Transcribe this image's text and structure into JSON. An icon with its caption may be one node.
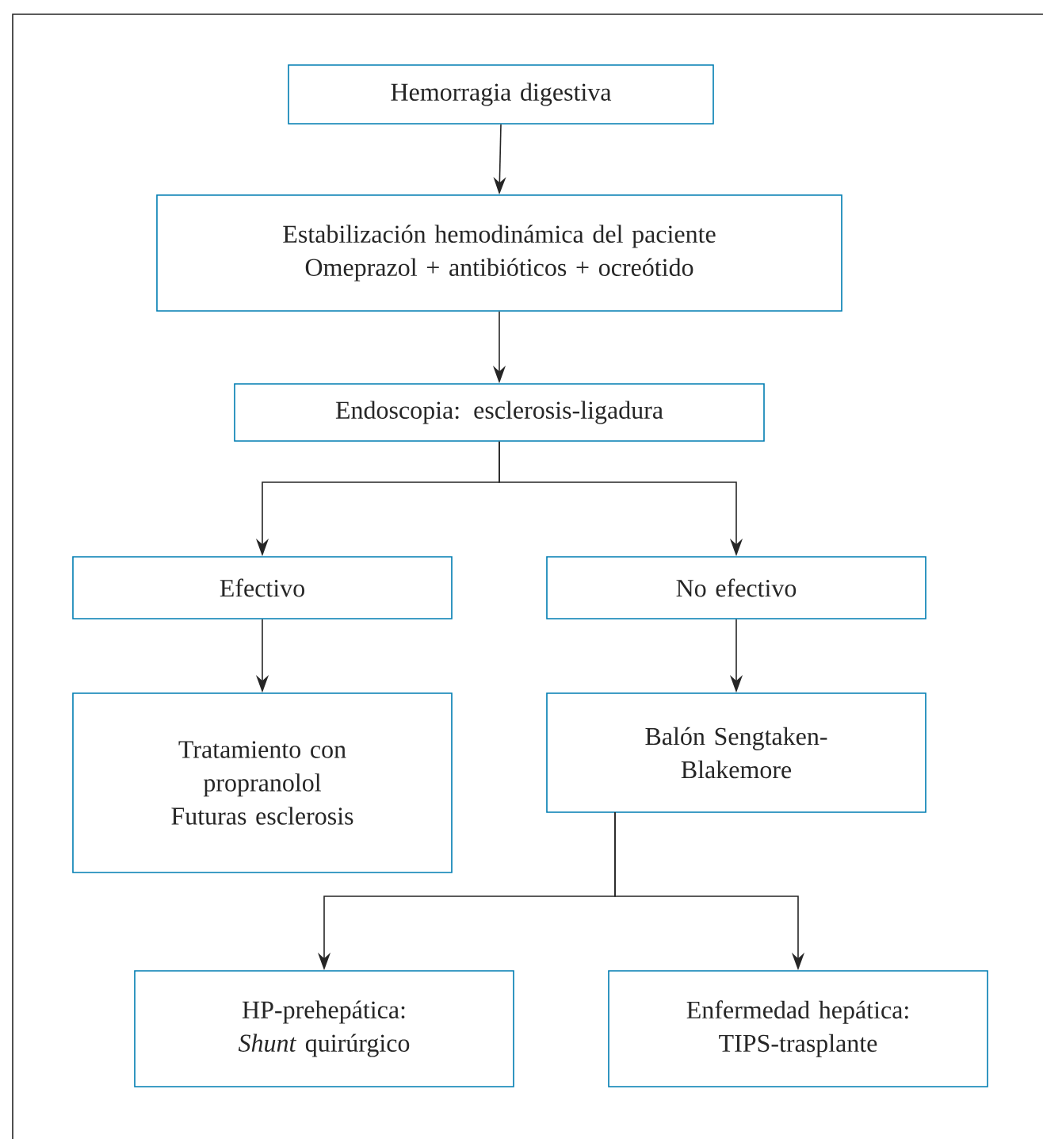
{
  "diagram": {
    "nodes": [
      {
        "text": [
          "Hemorragia digestiva"
        ]
      },
      {
        "text": [
          "Estabilización hemodinámica del paciente",
          "Omeprazol + antibióticos + ocreótido"
        ]
      },
      {
        "text": [
          "Endoscopia: esclerosis-ligadura"
        ]
      },
      {
        "text": [
          "Efectivo"
        ]
      },
      {
        "text": [
          "No efectivo"
        ]
      },
      {
        "text": [
          "Tratamiento con propranolol",
          "Futuras esclerosis"
        ]
      },
      {
        "text": [
          "Balón Sengtaken-Blakemore"
        ]
      },
      {
        "text": [
          "HP-prehepática: *Shunt* quirúrgico"
        ]
      },
      {
        "text": [
          "Enfermedad hepática: TIPS-trasplante"
        ]
      }
    ],
    "edges": [
      {
        "from": 0,
        "to": 1,
        "arrow": "to"
      },
      {
        "from": 1,
        "to": 2,
        "arrow": "to"
      },
      {
        "from": 2,
        "to": 3,
        "arrow": "to"
      },
      {
        "from": 2,
        "to": 4,
        "arrow": "to"
      },
      {
        "from": 3,
        "to": 5,
        "arrow": "to"
      },
      {
        "from": 4,
        "to": 6,
        "arrow": "to"
      },
      {
        "from": 6,
        "to": 7,
        "arrow": "to"
      },
      {
        "from": 6,
        "to": 8,
        "arrow": "to"
      }
    ]
  }
}
